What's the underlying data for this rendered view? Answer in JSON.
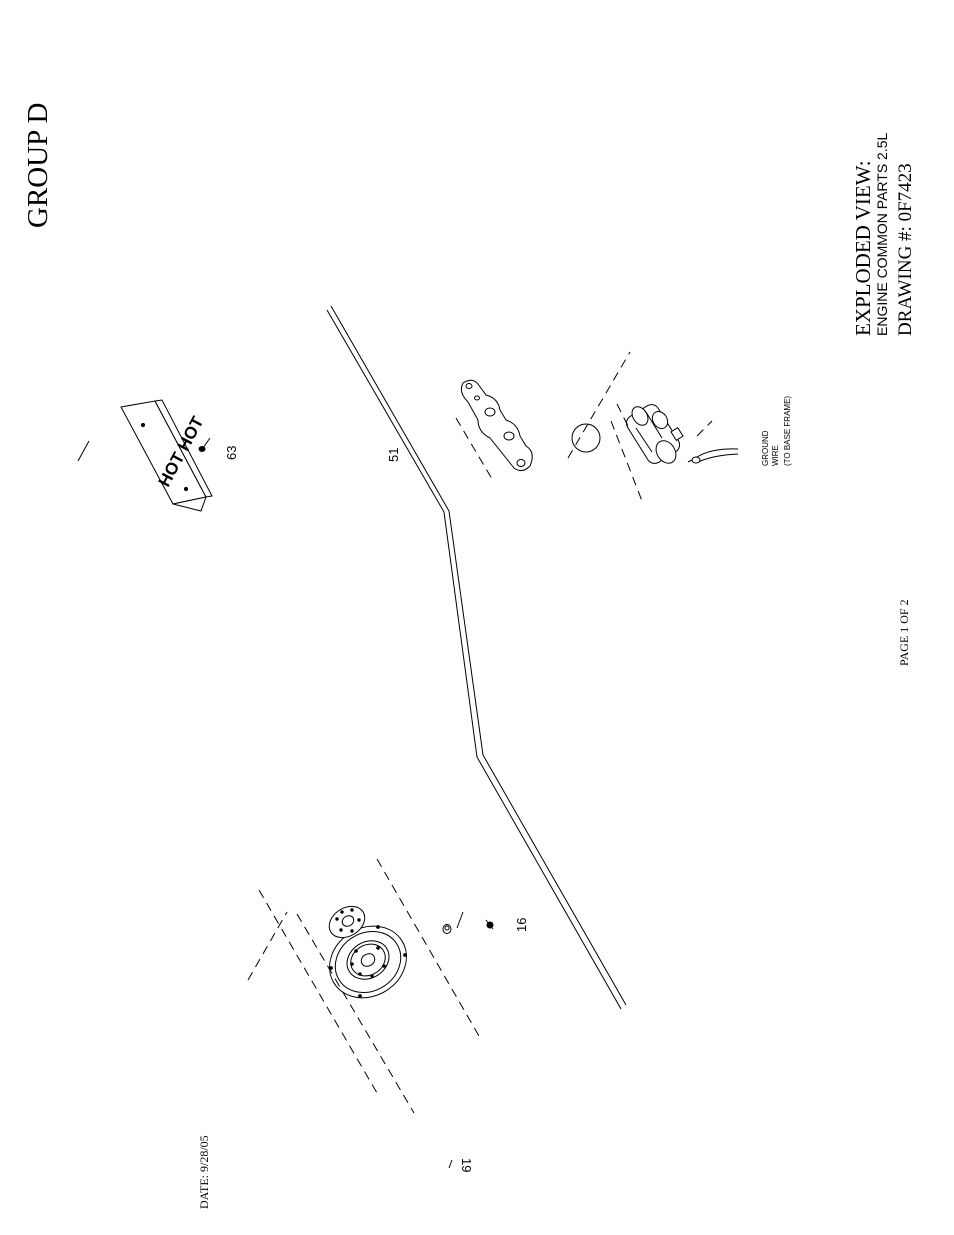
{
  "header": {
    "group": "GROUP D"
  },
  "title_block": {
    "line1": "EXPLODED VIEW:",
    "line2": "ENGINE COMMON PARTS 2.5L",
    "line3": "DRAWING #: 0F7423"
  },
  "footer": {
    "page": "PAGE 1 OF 2",
    "date": "DATE:  9/28/05"
  },
  "callouts": {
    "hot_plate_screw": "63",
    "harness": "51",
    "flywheel_bolt": "16",
    "bottom_cut": "19"
  },
  "labels": {
    "hot_plate_text": "HOT HOT",
    "ground_line1": "GROUND",
    "ground_line2": "WIRE",
    "ground_line3": "(TO BASE FRAME)"
  }
}
